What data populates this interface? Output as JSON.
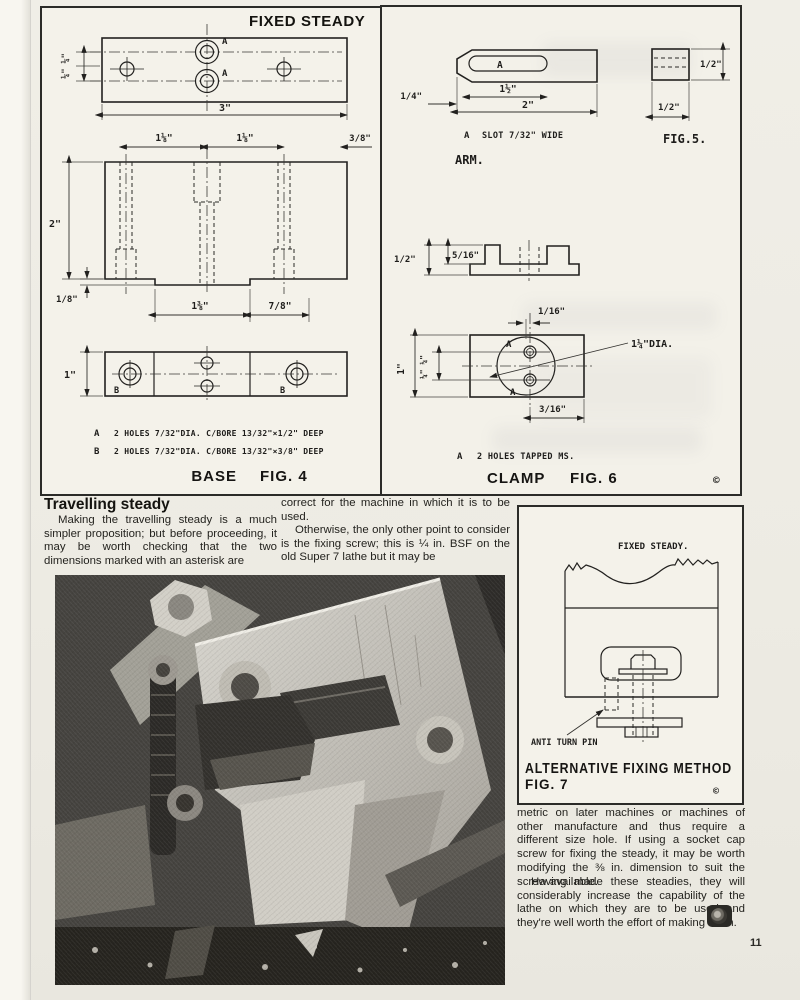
{
  "page": {
    "number": "11"
  },
  "fig4": {
    "title": "FIXED STEADY",
    "caption_name": "BASE",
    "caption_fig": "FIG. 4",
    "hole_a1": "A",
    "hole_a2": "A",
    "hole_b1": "B",
    "hole_b2": "B",
    "dim_3": "3\"",
    "dim_quarter_pair": "¼\" ¼\"",
    "dim_118_left": "1⅛\"",
    "dim_118_right": "1⅛\"",
    "dim_38": "3/8\"",
    "dim_2": "2\"",
    "dim_18": "1/8\"",
    "dim_138": "1⅜\"",
    "dim_78": "7/8\"",
    "dim_1": "1\"",
    "note_a_key": "A",
    "note_a": "2 HOLES 7/32\"DIA. C/BORE 13/32\"×1/2\" DEEP",
    "note_b_key": "B",
    "note_b": "2 HOLES 7/32\"DIA. C/BORE 13/32\"×3/8\" DEEP"
  },
  "arm": {
    "label": "ARM.",
    "slot_letter": "A",
    "dim_quarter": "1/4\"",
    "dim_slot": "1½\"",
    "dim_2": "2\"",
    "note_key": "A",
    "note": "SLOT 7/32\" WIDE"
  },
  "fig5": {
    "caption": "FIG.5.",
    "dim_half_h": "1/2\"",
    "dim_half_w": "1/2\""
  },
  "clamp": {
    "caption_name": "CLAMP",
    "caption_fig": "FIG. 6",
    "copyright": "©",
    "dim_half": "1/2\"",
    "dim_516": "5/16\"",
    "dim_116": "1/16\"",
    "dim_dia": "1¼\"DIA.",
    "dim_1": "1\"",
    "dim_quarter_pair": "¼\" ¼\"",
    "dim_316": "3/16\"",
    "hole_a1": "A",
    "hole_a2": "A",
    "note_key": "A",
    "note": "2 HOLES TAPPED MS."
  },
  "travelling": {
    "heading": "Travelling steady",
    "para1": "Making the travelling steady is a much simpler proposition; but before proceeding, it may be worth checking that the two dimensions marked with an asterisk are",
    "para2": "correct for the machine in which it is to be used.",
    "para3": "Otherwise, the only other point to consider is the fixing screw; this is ¼ in. BSF on the old Super 7 lathe but it may be"
  },
  "fig7": {
    "label": "FIXED STEADY.",
    "pin_label": "ANTI TURN PIN",
    "caption_line1": "ALTERNATIVE FIXING METHOD",
    "caption_line2": "FIG. 7",
    "copyright": "©"
  },
  "closing": {
    "para1": "metric on later machines or machines of other manufacture and thus require a different size hole. If using a socket cap screw for fixing the steady, it may be worth modifying the ⅜ in. dimension to suit the screw available.",
    "para2": "Having made these steadies, they will considerably increase the capability of the lathe on which they are to be used and they're well worth the effort of making them."
  }
}
